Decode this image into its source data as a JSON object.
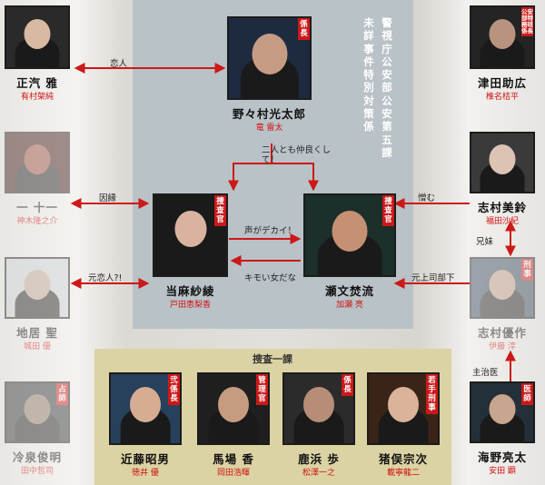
{
  "division": [
    "警",
    "視",
    "庁",
    "公",
    "安",
    "部",
    "公",
    "安",
    "第",
    "五",
    "課",
    "未",
    "詳",
    "事",
    "件",
    "特",
    "別",
    "対",
    "策",
    "係"
  ],
  "division_columns": [
    [
      "警",
      "視",
      "庁",
      "公",
      "安",
      "部",
      "公",
      "安",
      "第",
      "五",
      "課"
    ],
    [
      "未",
      "詳",
      "事",
      "件",
      "特",
      "別",
      "対",
      "策",
      "係"
    ]
  ],
  "section_title": "捜査一課",
  "characters": {
    "nonomura": {
      "name": "野々村光太郎",
      "actor": "竜 雷太",
      "tag": "係長"
    },
    "touma": {
      "name": "当麻紗綾",
      "actor": "戸田恵梨香",
      "tag": "捜査官"
    },
    "seta": {
      "name": "瀬文焚流",
      "actor": "加瀬 亮",
      "tag": "捜査官"
    },
    "masaki": {
      "name": "正汽 雅",
      "actor": "有村架純"
    },
    "ninomae": {
      "name": "一 十一",
      "actor": "神木隆之介"
    },
    "jii": {
      "name": "地居 聖",
      "actor": "城田 優"
    },
    "reisen": {
      "name": "冷泉俊明",
      "actor": "田中哲司",
      "tag": "占師"
    },
    "tsuda": {
      "name": "津田助広",
      "actor": "椎名桔平",
      "tag": "公安部特務班係長"
    },
    "mirei": {
      "name": "志村美鈴",
      "actor": "福田沙紀"
    },
    "yusaku": {
      "name": "志村優作",
      "actor": "伊藤 淳",
      "tag": "刑事"
    },
    "umino": {
      "name": "海野亮太",
      "actor": "安田 顕",
      "tag": "医師"
    },
    "kondo": {
      "name": "近藤昭男",
      "actor": "徳井 優",
      "tag": "弐係長"
    },
    "maba": {
      "name": "馬場 香",
      "actor": "岡田浩暉",
      "tag": "管理官"
    },
    "kahama": {
      "name": "鹿浜 歩",
      "actor": "松澤一之",
      "tag": "係長"
    },
    "inomata": {
      "name": "猪俣宗次",
      "actor": "載寧龍二",
      "tag": "若手刑事"
    }
  },
  "relations": {
    "lover": "恋人",
    "friends": "二人とも仲良くして！",
    "fate": "因縁",
    "exlover": "元恋人?!",
    "loud": "声がデカイ！",
    "creepy": "キモい女だな",
    "hate": "憎む",
    "siblings": "兄妹",
    "exboss": "元上司部下",
    "doctor": "主治医"
  },
  "colors": {
    "accent": "#cc1818",
    "panel": "#b9c2c7",
    "section_panel": "#dcd3a4"
  }
}
